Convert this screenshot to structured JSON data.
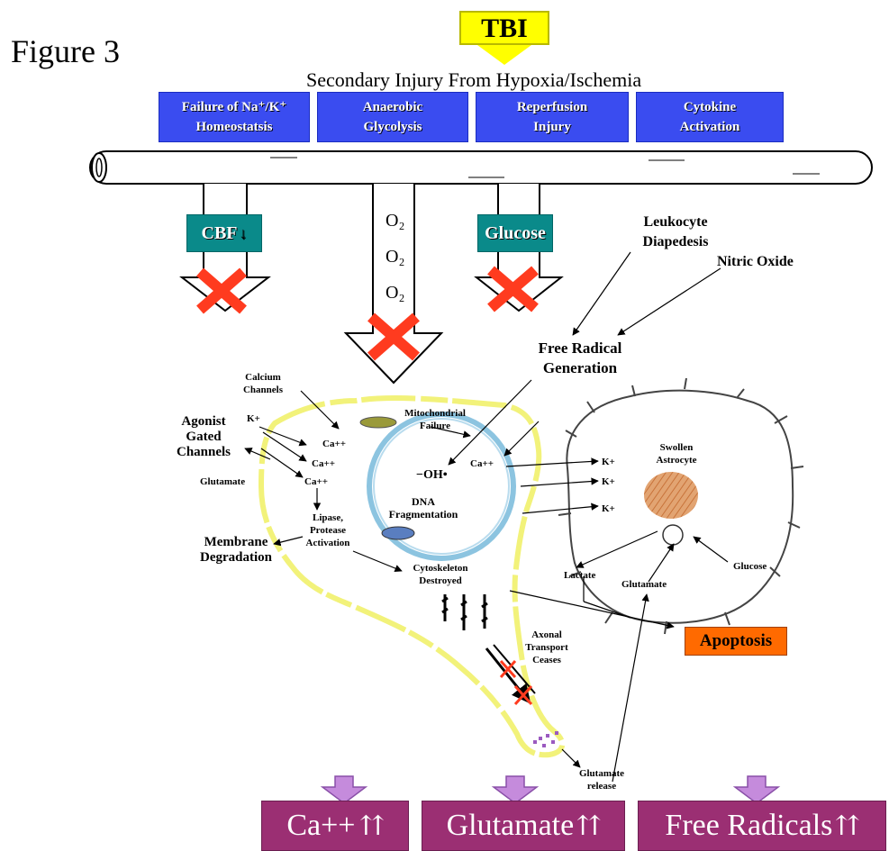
{
  "figure_label": "Figure 3",
  "trigger": "TBI",
  "subtitle": "Secondary Injury From Hypoxia/Ischemia",
  "mechanisms": [
    {
      "line1": "Failure of Na⁺/K⁺",
      "line2": "Homeostatsis"
    },
    {
      "line1": "Anaerobic",
      "line2": "Glycolysis"
    },
    {
      "line1": "Reperfusion",
      "line2": "Injury"
    },
    {
      "line1": "Cytokine",
      "line2": "Activation"
    }
  ],
  "supply": {
    "cbf": "CBF",
    "o2": [
      "O₂",
      "O₂",
      "O₂"
    ],
    "glucose": "Glucose"
  },
  "labels": {
    "leukocyte": [
      "Leukocyte",
      "Diapedesis"
    ],
    "nitric_oxide": "Nitric Oxide",
    "free_radical": [
      "Free Radical",
      "Generation"
    ],
    "calcium_channels": [
      "Calcium",
      "Channels"
    ],
    "agonist": [
      "Agonist",
      "Gated",
      "Channels"
    ],
    "k_plus": "K+",
    "ca_plus": "Ca++",
    "glutamate": "Glutamate",
    "mito": [
      "Mitochondrial",
      "Failure"
    ],
    "oh": "−OH•",
    "dna": [
      "DNA",
      "Fragmentation"
    ],
    "lipase": [
      "Lipase,",
      "Protease",
      "Activation"
    ],
    "membrane": [
      "Membrane",
      "Degradation"
    ],
    "cytoskeleton": [
      "Cytoskeleton",
      "Destroyed"
    ],
    "axonal": [
      "Axonal",
      "Transport",
      "Ceases"
    ],
    "glut_release": [
      "Glutamate",
      "release"
    ],
    "astrocyte": [
      "Swollen",
      "Astrocyte"
    ],
    "lactate": "Lactate",
    "glucose_small": "Glucose",
    "glutamate_right": "Glutamate",
    "apoptosis": "Apoptosis"
  },
  "outputs": [
    "Ca++",
    "Glutamate",
    "Free Radicals"
  ],
  "colors": {
    "mechanism_box": "#3a4cf0",
    "supply_box": "#0a8a8a",
    "block_mark": "#ff3b1f",
    "cell_outline": "#f2f27a",
    "apoptosis_box": "#ff6a00",
    "output_box": "#9b2f73",
    "output_arrow": "#c58bdc"
  }
}
